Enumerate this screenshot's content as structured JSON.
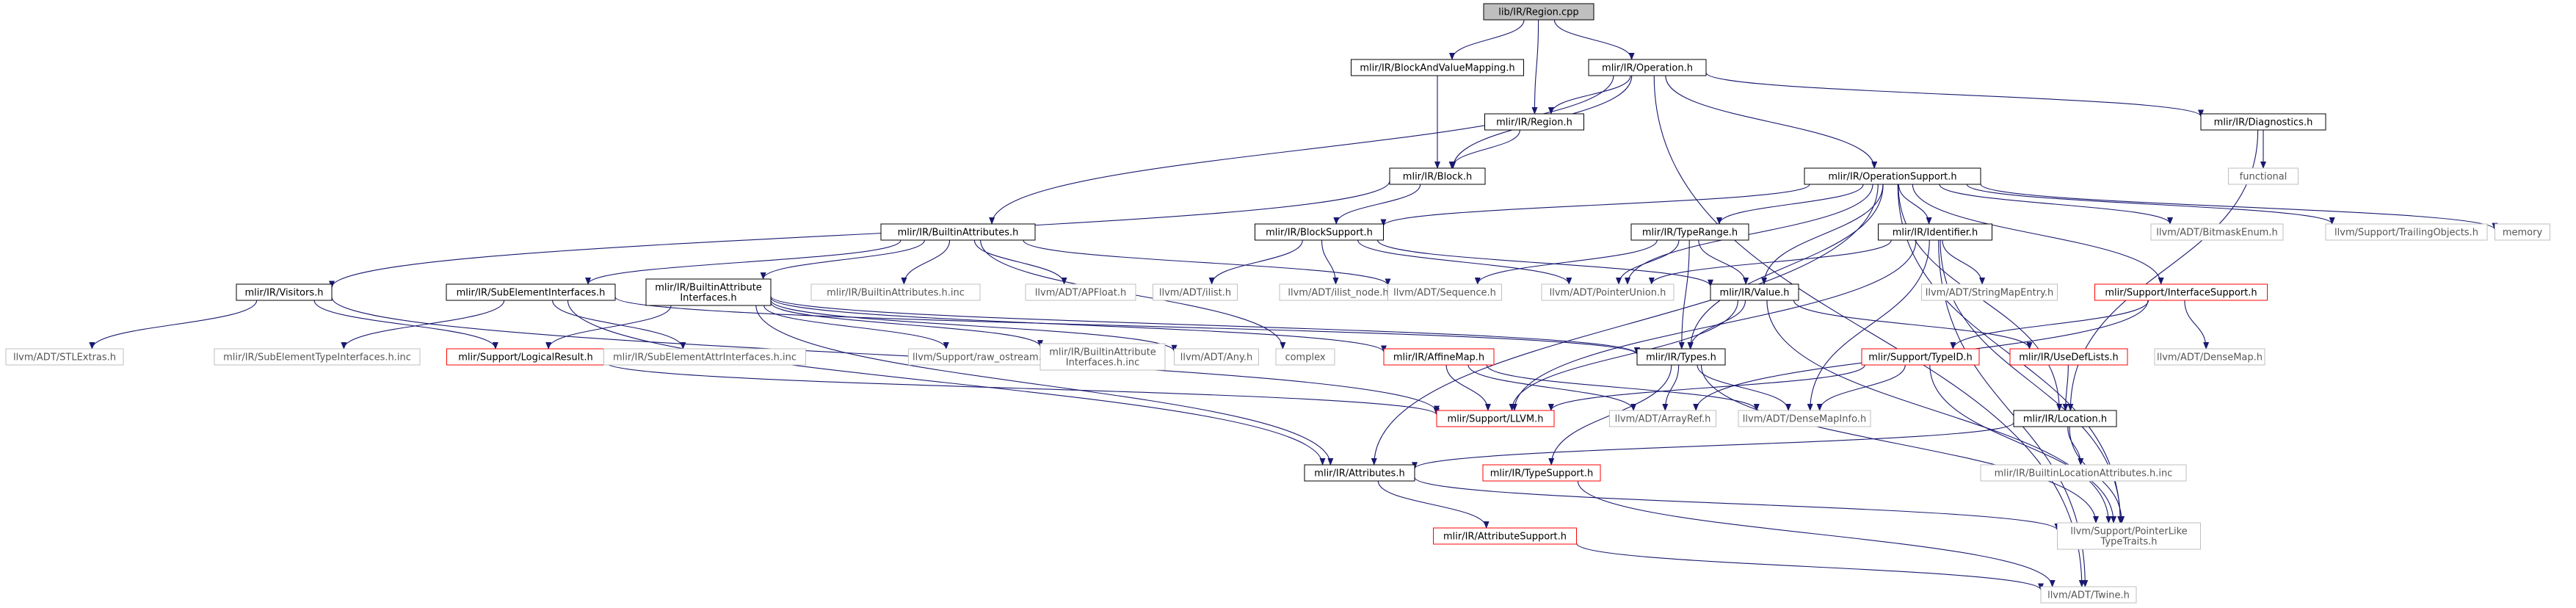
{
  "colors": {
    "edge": "#191970",
    "root_fill": "#bfbfbf",
    "box_stroke": "#000000",
    "red_stroke": "#ff0000",
    "gray_stroke": "#bfbfbf",
    "gray_text": "#555555"
  },
  "nodes": [
    {
      "id": "region_cpp",
      "label": "lib/IR/Region.cpp",
      "style": "root"
    },
    {
      "id": "bavm",
      "label": "mlir/IR/BlockAndValueMapping.h",
      "style": "box"
    },
    {
      "id": "operation",
      "label": "mlir/IR/Operation.h",
      "style": "box"
    },
    {
      "id": "region_h",
      "label": "mlir/IR/Region.h",
      "style": "box"
    },
    {
      "id": "diagnostics",
      "label": "mlir/IR/Diagnostics.h",
      "style": "box"
    },
    {
      "id": "functional",
      "label": "functional",
      "style": "gray"
    },
    {
      "id": "block",
      "label": "mlir/IR/Block.h",
      "style": "box"
    },
    {
      "id": "opsupport",
      "label": "mlir/IR/OperationSupport.h",
      "style": "box"
    },
    {
      "id": "builtinattr",
      "label": "mlir/IR/BuiltinAttributes.h",
      "style": "box"
    },
    {
      "id": "blocksupport",
      "label": "mlir/IR/BlockSupport.h",
      "style": "box"
    },
    {
      "id": "typerange",
      "label": "mlir/IR/TypeRange.h",
      "style": "box"
    },
    {
      "id": "identifier",
      "label": "mlir/IR/Identifier.h",
      "style": "box"
    },
    {
      "id": "bitmaskenum",
      "label": "llvm/ADT/BitmaskEnum.h",
      "style": "gray"
    },
    {
      "id": "trailingobj",
      "label": "llvm/Support/TrailingObjects.h",
      "style": "gray"
    },
    {
      "id": "memory",
      "label": "memory",
      "style": "gray"
    },
    {
      "id": "visitors",
      "label": "mlir/IR/Visitors.h",
      "style": "box"
    },
    {
      "id": "subelem",
      "label": "mlir/IR/SubElementInterfaces.h",
      "style": "box"
    },
    {
      "id": "builtinattrif",
      "label": "mlir/IR/BuiltinAttribute\nInterfaces.h",
      "style": "box"
    },
    {
      "id": "builtinattrinc",
      "label": "mlir/IR/BuiltinAttributes.h.inc",
      "style": "gray"
    },
    {
      "id": "apfloat",
      "label": "llvm/ADT/APFloat.h",
      "style": "gray"
    },
    {
      "id": "ilist",
      "label": "llvm/ADT/ilist.h",
      "style": "gray"
    },
    {
      "id": "ilistnode",
      "label": "llvm/ADT/ilist_node.h",
      "style": "gray"
    },
    {
      "id": "sequence",
      "label": "llvm/ADT/Sequence.h",
      "style": "gray"
    },
    {
      "id": "pointerunion",
      "label": "llvm/ADT/PointerUnion.h",
      "style": "gray"
    },
    {
      "id": "value",
      "label": "mlir/IR/Value.h",
      "style": "box"
    },
    {
      "id": "stringmapentry",
      "label": "llvm/ADT/StringMapEntry.h",
      "style": "gray"
    },
    {
      "id": "ifacesupport",
      "label": "mlir/Support/InterfaceSupport.h",
      "style": "red"
    },
    {
      "id": "stlextras",
      "label": "llvm/ADT/STLExtras.h",
      "style": "gray"
    },
    {
      "id": "subelemtype",
      "label": "mlir/IR/SubElementTypeInterfaces.h.inc",
      "style": "gray"
    },
    {
      "id": "logicalresult",
      "label": "mlir/Support/LogicalResult.h",
      "style": "red"
    },
    {
      "id": "subelemattr",
      "label": "mlir/IR/SubElementAttrInterfaces.h.inc",
      "style": "gray"
    },
    {
      "id": "rawostream",
      "label": "llvm/Support/raw_ostream.h",
      "style": "gray"
    },
    {
      "id": "builtinattrifinc",
      "label": "mlir/IR/BuiltinAttribute\nInterfaces.h.inc",
      "style": "gray"
    },
    {
      "id": "any",
      "label": "llvm/ADT/Any.h",
      "style": "gray"
    },
    {
      "id": "complex",
      "label": "complex",
      "style": "gray"
    },
    {
      "id": "affinemap",
      "label": "mlir/IR/AffineMap.h",
      "style": "red"
    },
    {
      "id": "types",
      "label": "mlir/IR/Types.h",
      "style": "box"
    },
    {
      "id": "typeid",
      "label": "mlir/Support/TypeID.h",
      "style": "red"
    },
    {
      "id": "usedeflists",
      "label": "mlir/IR/UseDefLists.h",
      "style": "red"
    },
    {
      "id": "densemap",
      "label": "llvm/ADT/DenseMap.h",
      "style": "gray"
    },
    {
      "id": "llvm_h",
      "label": "mlir/Support/LLVM.h",
      "style": "red"
    },
    {
      "id": "arrayref",
      "label": "llvm/ADT/ArrayRef.h",
      "style": "gray"
    },
    {
      "id": "densemapinfo",
      "label": "llvm/ADT/DenseMapInfo.h",
      "style": "gray"
    },
    {
      "id": "location",
      "label": "mlir/IR/Location.h",
      "style": "box"
    },
    {
      "id": "attributes",
      "label": "mlir/IR/Attributes.h",
      "style": "box"
    },
    {
      "id": "typesupport",
      "label": "mlir/IR/TypeSupport.h",
      "style": "red"
    },
    {
      "id": "builtinlocinc",
      "label": "mlir/IR/BuiltinLocationAttributes.h.inc",
      "style": "gray"
    },
    {
      "id": "attrsupport",
      "label": "mlir/IR/AttributeSupport.h",
      "style": "red"
    },
    {
      "id": "pointerlike",
      "label": "llvm/Support/PointerLike\nTypeTraits.h",
      "style": "gray"
    },
    {
      "id": "twine",
      "label": "llvm/ADT/Twine.h",
      "style": "gray"
    }
  ],
  "edges": [
    [
      "region_cpp",
      "bavm"
    ],
    [
      "region_cpp",
      "operation"
    ],
    [
      "region_cpp",
      "region_h"
    ],
    [
      "bavm",
      "block"
    ],
    [
      "operation",
      "region_h"
    ],
    [
      "operation",
      "diagnostics"
    ],
    [
      "operation",
      "block"
    ],
    [
      "operation",
      "opsupport"
    ],
    [
      "operation",
      "builtinattr"
    ],
    [
      "operation",
      "twine"
    ],
    [
      "region_h",
      "block"
    ],
    [
      "diagnostics",
      "functional"
    ],
    [
      "diagnostics",
      "location"
    ],
    [
      "block",
      "blocksupport"
    ],
    [
      "block",
      "visitors"
    ],
    [
      "opsupport",
      "blocksupport"
    ],
    [
      "opsupport",
      "typerange"
    ],
    [
      "opsupport",
      "identifier"
    ],
    [
      "opsupport",
      "bitmaskenum"
    ],
    [
      "opsupport",
      "trailingobj"
    ],
    [
      "opsupport",
      "memory"
    ],
    [
      "opsupport",
      "value"
    ],
    [
      "opsupport",
      "pointerunion"
    ],
    [
      "opsupport",
      "attributes"
    ],
    [
      "opsupport",
      "location"
    ],
    [
      "opsupport",
      "types"
    ],
    [
      "opsupport",
      "ifacesupport"
    ],
    [
      "opsupport",
      "pointerlike"
    ],
    [
      "builtinattr",
      "subelem"
    ],
    [
      "builtinattr",
      "builtinattrif"
    ],
    [
      "builtinattr",
      "builtinattrinc"
    ],
    [
      "builtinattr",
      "apfloat"
    ],
    [
      "builtinattr",
      "sequence"
    ],
    [
      "builtinattr",
      "complex"
    ],
    [
      "blocksupport",
      "ilist"
    ],
    [
      "blocksupport",
      "ilistnode"
    ],
    [
      "blocksupport",
      "pointerunion"
    ],
    [
      "blocksupport",
      "value"
    ],
    [
      "typerange",
      "sequence"
    ],
    [
      "typerange",
      "pointerunion"
    ],
    [
      "typerange",
      "value"
    ],
    [
      "typerange",
      "types"
    ],
    [
      "identifier",
      "stringmapentry"
    ],
    [
      "identifier",
      "pointerunion"
    ],
    [
      "identifier",
      "llvm_h"
    ],
    [
      "identifier",
      "densemapinfo"
    ],
    [
      "identifier",
      "twine"
    ],
    [
      "identifier",
      "pointerlike"
    ],
    [
      "visitors",
      "stlextras"
    ],
    [
      "visitors",
      "logicalresult"
    ],
    [
      "visitors",
      "llvm_h"
    ],
    [
      "subelem",
      "subelemtype"
    ],
    [
      "subelem",
      "subelemattr"
    ],
    [
      "subelem",
      "attributes"
    ],
    [
      "subelem",
      "types"
    ],
    [
      "builtinattrif",
      "logicalresult"
    ],
    [
      "builtinattrif",
      "rawostream"
    ],
    [
      "builtinattrif",
      "builtinattrifinc"
    ],
    [
      "builtinattrif",
      "any"
    ],
    [
      "builtinattrif",
      "affinemap"
    ],
    [
      "builtinattrif",
      "types"
    ],
    [
      "builtinattrif",
      "attributes"
    ],
    [
      "value",
      "types"
    ],
    [
      "value",
      "usedeflists"
    ],
    [
      "value",
      "llvm_h"
    ],
    [
      "value",
      "pointerlike"
    ],
    [
      "ifacesupport",
      "typeid"
    ],
    [
      "ifacesupport",
      "densemap"
    ],
    [
      "ifacesupport",
      "arrayref"
    ],
    [
      "logicalresult",
      "llvm_h"
    ],
    [
      "affinemap",
      "llvm_h"
    ],
    [
      "affinemap",
      "arrayref"
    ],
    [
      "affinemap",
      "densemapinfo"
    ],
    [
      "types",
      "typesupport"
    ],
    [
      "types",
      "arrayref"
    ],
    [
      "types",
      "densemapinfo"
    ],
    [
      "types",
      "pointerlike"
    ],
    [
      "typeid",
      "llvm_h"
    ],
    [
      "typeid",
      "densemapinfo"
    ],
    [
      "typeid",
      "pointerlike"
    ],
    [
      "usedeflists",
      "location"
    ],
    [
      "location",
      "attributes"
    ],
    [
      "location",
      "builtinlocinc"
    ],
    [
      "location",
      "pointerlike"
    ],
    [
      "attributes",
      "attrsupport"
    ],
    [
      "attributes",
      "pointerlike"
    ],
    [
      "typesupport",
      "twine"
    ],
    [
      "attrsupport",
      "twine"
    ]
  ]
}
